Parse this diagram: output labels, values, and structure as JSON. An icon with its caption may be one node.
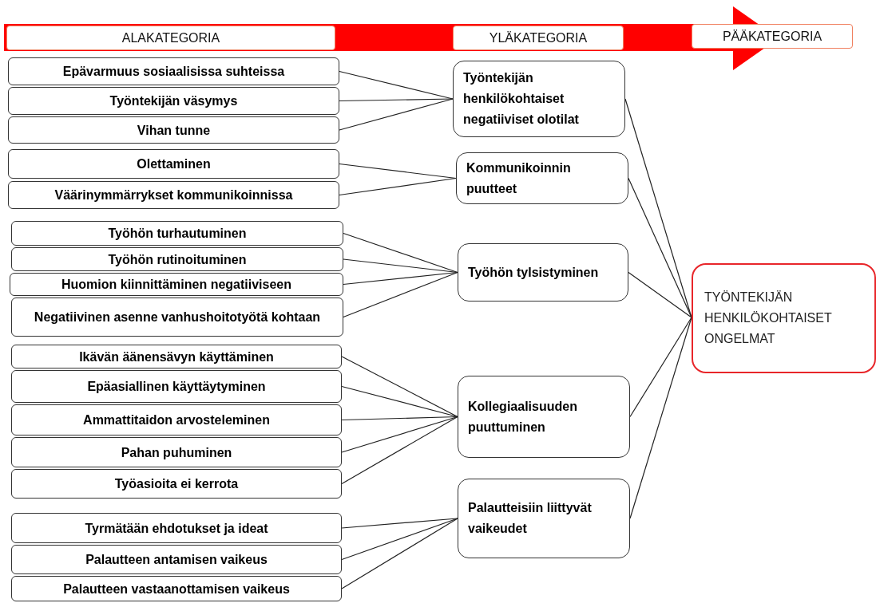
{
  "diagram": {
    "nodes": [
      {
        "text": [
          "ALAKATEGORIA"
        ]
      },
      {
        "text": [
          "YLÄKATEGORIA"
        ]
      },
      {
        "text": [
          "PÄÄKATEGORIA"
        ]
      },
      {
        "text": [
          "Epävarmuus sosiaalisissa suhteissa"
        ]
      },
      {
        "text": [
          "Työntekijän väsymys"
        ]
      },
      {
        "text": [
          "Vihan tunne"
        ]
      },
      {
        "text": [
          "Olettaminen"
        ]
      },
      {
        "text": [
          "Väärinymmärrykset kommunikoinnissa"
        ]
      },
      {
        "text": [
          "Työhön turhautuminen"
        ]
      },
      {
        "text": [
          "Työhön rutinoituminen"
        ]
      },
      {
        "text": [
          "Huomion kiinnittäminen negatiiviseen"
        ]
      },
      {
        "text": [
          "Negatiivinen asenne vanhushoitotyötä kohtaan"
        ]
      },
      {
        "text": [
          "Ikävän äänensävyn käyttäminen"
        ]
      },
      {
        "text": [
          "Epäasiallinen käyttäytyminen"
        ]
      },
      {
        "text": [
          "Ammattitaidon arvosteleminen"
        ]
      },
      {
        "text": [
          "Pahan puhuminen"
        ]
      },
      {
        "text": [
          "Työasioita ei kerrota"
        ]
      },
      {
        "text": [
          "Tyrmätään ehdotukset ja ideat"
        ]
      },
      {
        "text": [
          "Palautteen antamisen vaikeus"
        ]
      },
      {
        "text": [
          "Palautteen vastaanottamisen vaikeus"
        ]
      },
      {
        "text": [
          "Työntekijän henkilökohtaiset negatiiviset olotilat"
        ]
      },
      {
        "text": [
          "Kommunikoinnin puutteet"
        ]
      },
      {
        "text": [
          "Työhön tylsistyminen"
        ]
      },
      {
        "text": [
          "Kollegiaalisuuden puuttuminen"
        ]
      },
      {
        "text": [
          "Palautteisiin liittyvät vaikeudet"
        ]
      },
      {
        "text": [
          "TYÖNTEKIJÄN HENKILÖKOHTAISET ONGELMAT"
        ]
      }
    ],
    "edges": [
      {
        "from": 3,
        "to": 20,
        "arrow": "none"
      },
      {
        "from": 4,
        "to": 20,
        "arrow": "none"
      },
      {
        "from": 5,
        "to": 20,
        "arrow": "none"
      },
      {
        "from": 6,
        "to": 21,
        "arrow": "none"
      },
      {
        "from": 7,
        "to": 21,
        "arrow": "none"
      },
      {
        "from": 8,
        "to": 22,
        "arrow": "none"
      },
      {
        "from": 9,
        "to": 22,
        "arrow": "none"
      },
      {
        "from": 10,
        "to": 22,
        "arrow": "none"
      },
      {
        "from": 11,
        "to": 22,
        "arrow": "none"
      },
      {
        "from": 12,
        "to": 23,
        "arrow": "none"
      },
      {
        "from": 13,
        "to": 23,
        "arrow": "none"
      },
      {
        "from": 14,
        "to": 23,
        "arrow": "none"
      },
      {
        "from": 15,
        "to": 23,
        "arrow": "none"
      },
      {
        "from": 16,
        "to": 23,
        "arrow": "none"
      },
      {
        "from": 17,
        "to": 24,
        "arrow": "none"
      },
      {
        "from": 18,
        "to": 24,
        "arrow": "none"
      },
      {
        "from": 19,
        "to": 24,
        "arrow": "none"
      },
      {
        "from": 20,
        "to": 25,
        "arrow": "none"
      },
      {
        "from": 21,
        "to": 25,
        "arrow": "none"
      },
      {
        "from": 22,
        "to": 25,
        "arrow": "none"
      },
      {
        "from": 23,
        "to": 25,
        "arrow": "none"
      },
      {
        "from": 24,
        "to": 25,
        "arrow": "none"
      }
    ]
  }
}
